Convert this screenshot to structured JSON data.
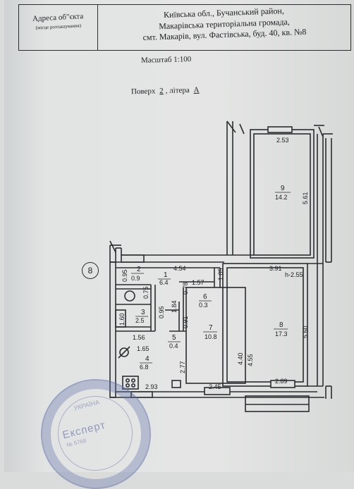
{
  "header": {
    "address_label": "Адреса об\"єкта",
    "address_sublabel": "(місце розташування)",
    "address_lines": [
      "Київська обл., Бучанський район,",
      "Макарівська територіальна громада,",
      "смт. Макарів, вул. Фастівська, буд. 40, кв. №8"
    ]
  },
  "scale_text": "Масштаб 1:100",
  "floor": {
    "prefix": "Поверх",
    "number": "2",
    "letter_prefix": ", літера",
    "letter": "А"
  },
  "axis_marker": "8",
  "rooms": [
    {
      "num": "1",
      "area": "6.4"
    },
    {
      "num": "2",
      "area": "0.9"
    },
    {
      "num": "3",
      "area": "2.5"
    },
    {
      "num": "4",
      "area": "6.8"
    },
    {
      "num": "5",
      "area": "0.4"
    },
    {
      "num": "6",
      "area": "0.3"
    },
    {
      "num": "7",
      "area": "10.8"
    },
    {
      "num": "8",
      "area": "17.3"
    },
    {
      "num": "9",
      "area": "14.2"
    }
  ],
  "dimensions": {
    "d253": "2.53",
    "d561": "5.61",
    "d454": "4.54",
    "d105": "1.05",
    "d391": "3.91",
    "h255": "h-2.55",
    "d095a": "0.95",
    "d075": "0.75",
    "d157": "1.57",
    "d078": "0.78",
    "d184": "1.84",
    "d095b": "0.95",
    "d091": "0.91",
    "d160": "1.60",
    "d156": "1.56",
    "d165": "1.65",
    "d277": "2.77",
    "d440": "4.40",
    "d455": "4.55",
    "d560": "5.60",
    "d293": "2.93",
    "d245": "2.45",
    "d289": "2.89"
  },
  "stamp": {
    "title": "Експерт",
    "top": "УКРАЇНА",
    "sub": "№ 5768"
  }
}
